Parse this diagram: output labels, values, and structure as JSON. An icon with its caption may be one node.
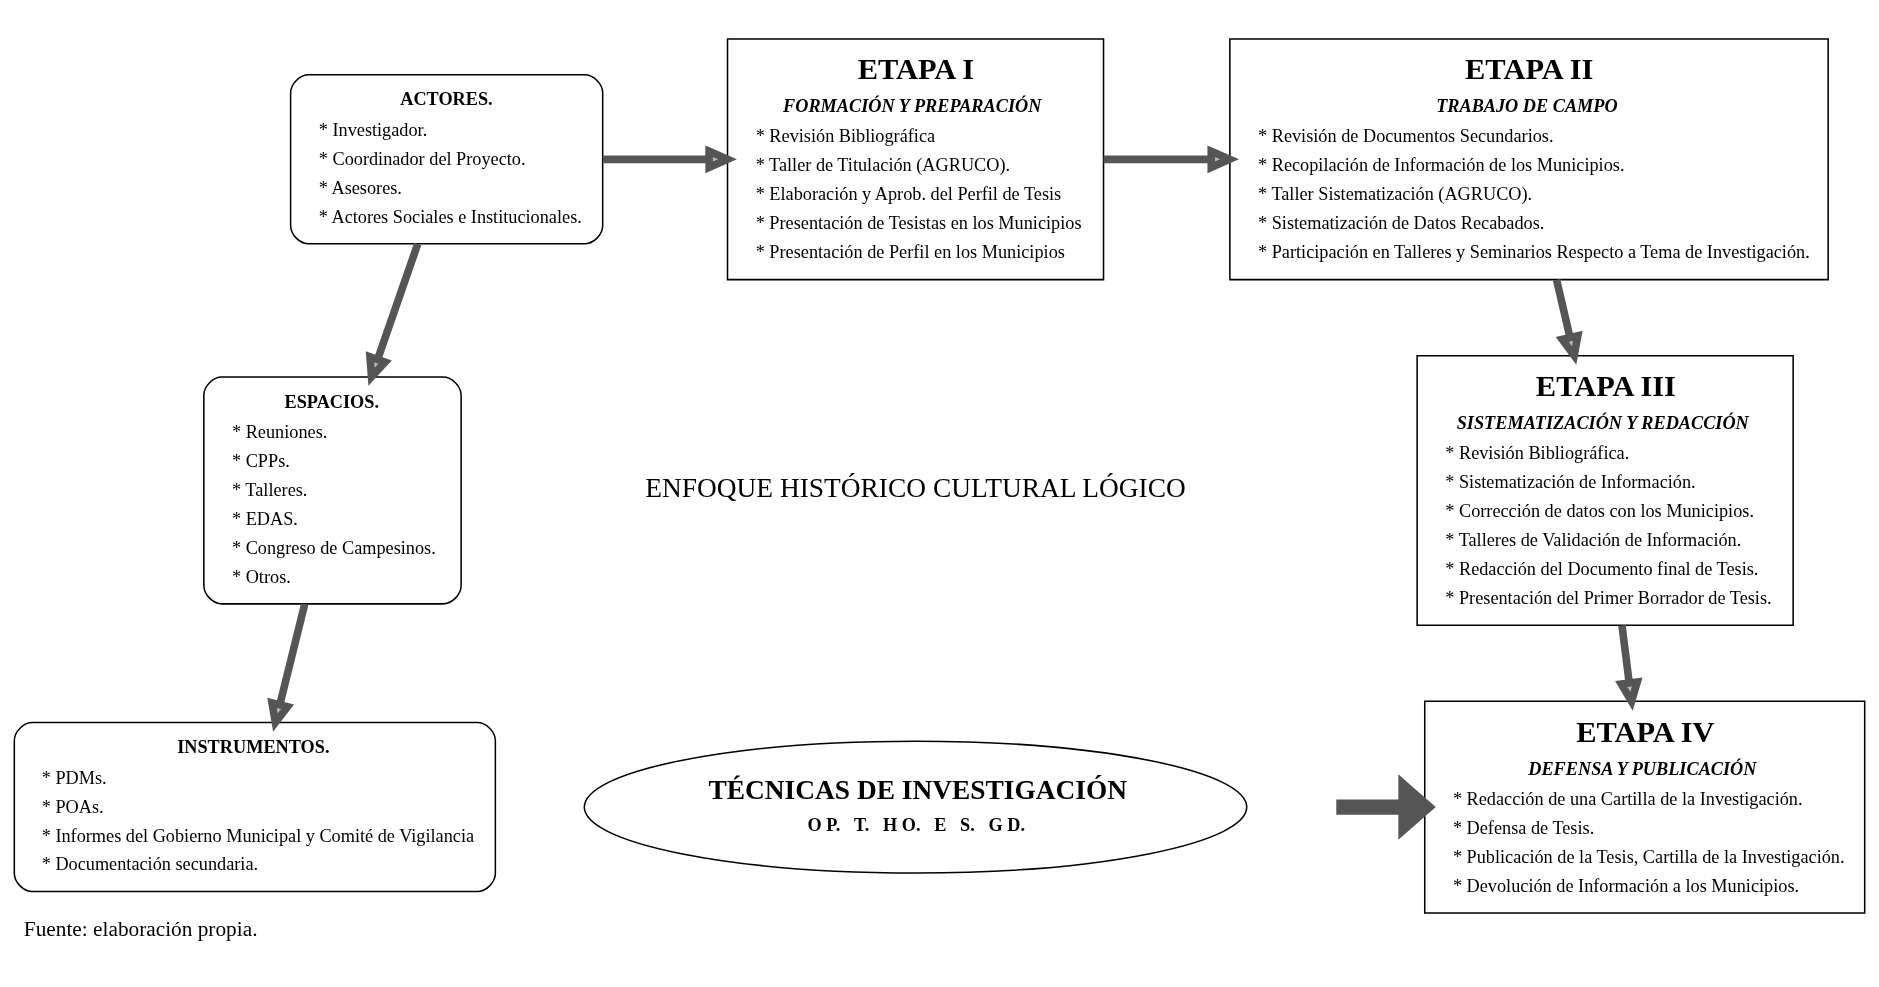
{
  "diagram": {
    "caption": "Fuente: elaboración propia.",
    "nodes": [
      {
        "text": [
          "ACTORES.",
          "* Investigador.",
          "* Coordinador del Proyecto.",
          "* Asesores.",
          "* Actores Sociales e Institucionales."
        ]
      },
      {
        "text": [
          "ETAPA I",
          "FORMACIÓN Y PREPARACIÓN",
          "* Revisión Bibliográfica",
          "* Taller de Titulación (AGRUCO).",
          "* Elaboración y Aprob. del Perfil de Tesis",
          "* Presentación de Tesistas en los Municipios",
          "* Presentación de Perfil en los Municipios"
        ]
      },
      {
        "text": [
          "ETAPA II",
          "TRABAJO DE CAMPO",
          "* Revisión de Documentos Secundarios.",
          "* Recopilación de Información de los Municipios.",
          "* Taller Sistematización (AGRUCO).",
          "* Sistematización de Datos Recabados.",
          "* Participación en Talleres y Seminarios Respecto a Tema de Investigación."
        ]
      },
      {
        "text": [
          "ESPACIOS.",
          "* Reuniones.",
          "* CPPs.",
          "* Talleres.",
          "* EDAS.",
          "* Congreso de Campesinos.",
          "* Otros."
        ]
      },
      {
        "text": [
          "INSTRUMENTOS.",
          "* PDMs.",
          "* POAs.",
          "* Informes del Gobierno Municipal y Comité de Vigilancia",
          "* Documentación secundaria."
        ]
      },
      {
        "text": [
          "TÉCNICAS DE INVESTIGACIÓN",
          "O P.",
          "T.",
          "H O.",
          "E",
          "S.",
          "G D."
        ]
      },
      {
        "text": [
          "ETAPA III",
          "SISTEMATIZACIÓN Y REDACCIÓN",
          "* Revisión Bibliográfica.",
          "* Sistematización de Información.",
          "* Corrección de datos con los Municipios.",
          "* Talleres de Validación de Información.",
          "* Redacción del Documento final de Tesis.",
          "* Presentación del Primer Borrador de Tesis."
        ]
      },
      {
        "text": [
          "ETAPA IV",
          "DEFENSA Y PUBLICACIÓN",
          "* Redacción de una Cartilla de la Investigación.",
          "* Defensa de Tesis.",
          "* Publicación de la Tesis, Cartilla de la Investigación.",
          "* Devolución de Información a los Municipios."
        ]
      }
    ],
    "edges": [
      {
        "from": 0,
        "to": 1,
        "arrow": "to"
      },
      {
        "from": 1,
        "to": 2,
        "arrow": "to"
      },
      {
        "from": 0,
        "to": 3,
        "arrow": "to"
      },
      {
        "from": 3,
        "to": 4,
        "arrow": "to"
      },
      {
        "from": 2,
        "to": 6,
        "arrow": "to"
      },
      {
        "from": 6,
        "to": 7,
        "arrow": "to"
      },
      {
        "from": null,
        "to": 7,
        "arrow": "to",
        "style": "thick"
      }
    ],
    "labels": [
      "ENFOQUE HISTÓRICO CULTURAL LÓGICO"
    ]
  }
}
